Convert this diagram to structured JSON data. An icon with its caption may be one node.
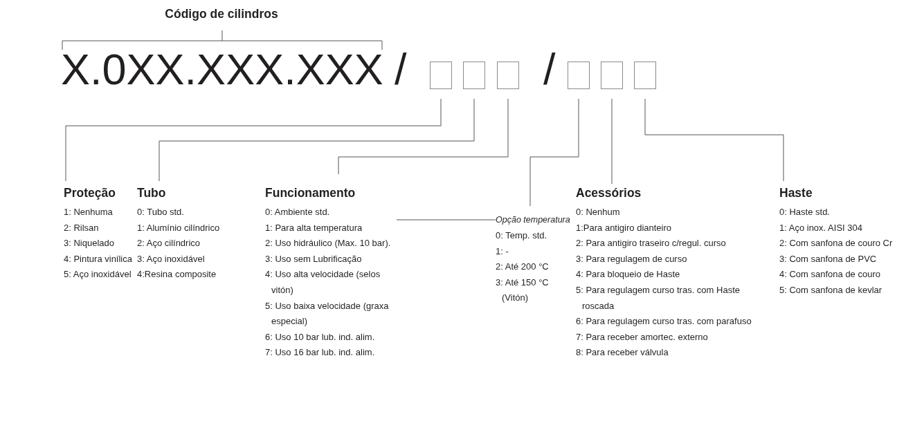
{
  "diagram": {
    "title": "Código de cilindros",
    "nodes": [
      {
        "text": [],
        "shape": "box"
      },
      {
        "text": [],
        "shape": "box"
      },
      {
        "text": [],
        "shape": "box"
      },
      {
        "text": [],
        "shape": "box"
      },
      {
        "text": [],
        "shape": "box"
      },
      {
        "text": [],
        "shape": "box"
      },
      {
        "text": [
          "Proteção",
          "1: Nenhuma",
          "2: Rilsan",
          "3: Niquelado",
          "4: Pintura vinílica",
          "5: Aço inoxidável"
        ]
      },
      {
        "text": [
          "Tubo",
          "0: Tubo std.",
          "1: Alumínio cilíndrico",
          "2: Aço cilíndrico",
          "3: Aço inoxidável",
          "4:Resina composite"
        ]
      },
      {
        "text": [
          "Funcionamento",
          "0: Ambiente std.",
          "1: Para alta temperatura",
          "2: Uso hidráulico (Max. 10 bar).",
          "3: Uso sem Lubrificação",
          "4: Uso alta velocidade (selos vitón)",
          "5: Uso baixa velocidade (graxa especial)",
          "6: Uso 10 bar lub. ind. alim.",
          "7: Uso 16 bar lub. ind. alim."
        ]
      },
      {
        "text": [
          "Opção temperatura",
          "0: Temp. std.",
          "1: -",
          "2: Até 200 °C",
          "3: Até 150 °C (Vitón)"
        ]
      },
      {
        "text": [
          "Acessórios",
          "0: Nenhum",
          "1:Para antigiro dianteiro",
          "2: Para antigiro traseiro c/regul.  curso",
          "3: Para regulagem de curso",
          "4: Para bloqueio de Haste",
          "5: Para regulagem curso tras. com Haste roscada",
          "6: Para regulagem curso tras. com parafuso",
          "7: Para receber amortec. externo",
          "8: Para receber válvula"
        ]
      },
      {
        "text": [
          "Haste",
          "0: Haste std.",
          "1: Aço inox. AISI 304",
          "2: Com sanfona de couro Cr",
          "3: Com sanfona de PVC",
          "4: Com sanfona de couro",
          "5: Com sanfona de kevlar"
        ]
      }
    ],
    "edges": [
      {
        "from": 0,
        "to": 6,
        "arrow": "none"
      },
      {
        "from": 1,
        "to": 7,
        "arrow": "none"
      },
      {
        "from": 2,
        "to": 8,
        "arrow": "none"
      },
      {
        "from": 3,
        "to": 9,
        "arrow": "none"
      },
      {
        "from": 4,
        "to": 10,
        "arrow": "none"
      },
      {
        "from": 5,
        "to": 11,
        "arrow": "none"
      },
      {
        "from": 8,
        "to": 9,
        "arrow": "none"
      }
    ],
    "labels": [
      "X.0XX.XXX.XXX",
      "/",
      "/"
    ]
  }
}
